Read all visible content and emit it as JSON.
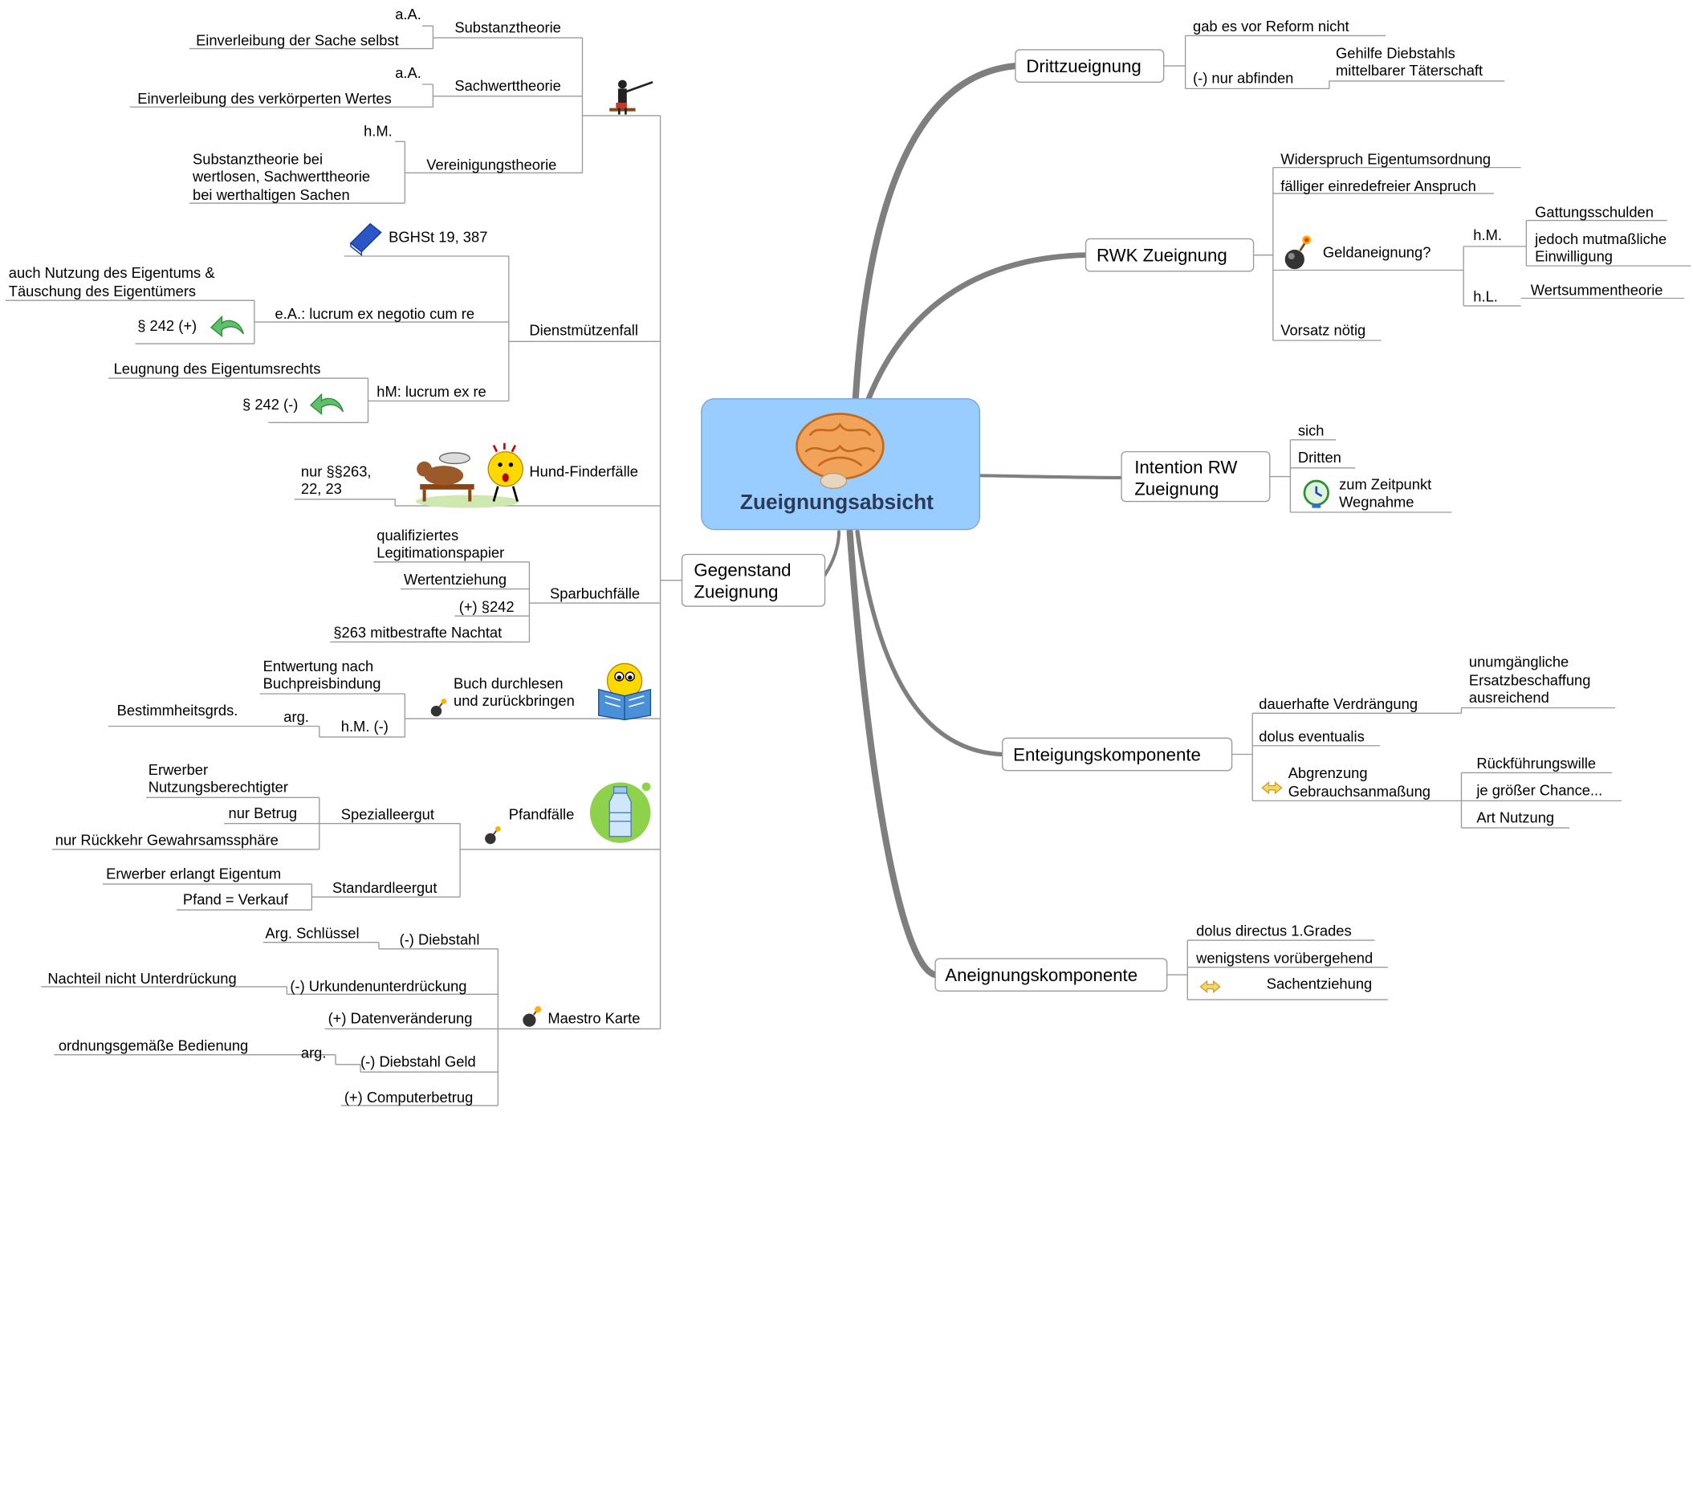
{
  "root": {
    "title": "Zueignungsabsicht",
    "icon": "brain-icon",
    "color": "#99ccff"
  },
  "left": {
    "gegenstand": {
      "label": [
        "Gegenstand",
        "Zueignung"
      ]
    },
    "theorien": {
      "icon": "teacher-with-pointer-icon",
      "substanz": {
        "label": "Substanztheorie",
        "note": "a.A.",
        "leaf": "Einverleibung der Sache selbst"
      },
      "sachwert": {
        "label": "Sachwerttheorie",
        "note": "a.A.",
        "leaf": "Einverleibung des verkörperten Wertes"
      },
      "vereinigung": {
        "label": "Vereinigungstheorie",
        "note": "h.M.",
        "leaf": [
          "Substanztheorie bei",
          "wertlosen, Sachwerttheorie",
          "bei werthaltigen Sachen"
        ]
      }
    },
    "dienst": {
      "label": "Dienstmützenfall",
      "book": {
        "label": "BGHSt 19, 387",
        "icon": "blue-book-icon"
      },
      "ea": {
        "label": "e.A.: lucrum ex negotio cum re",
        "note": [
          "auch Nutzung des Eigentums &",
          "Täuschung des Eigentümers"
        ],
        "result": "§ 242 (+)"
      },
      "hm": {
        "label": "hM: lucrum ex re",
        "note": "Leugnung des Eigentumsrechts",
        "result": "§ 242 (-)"
      },
      "arrow_icon": "green-back-arrow-icon"
    },
    "hund": {
      "label": "Hund-Finderfälle",
      "leaf": [
        "nur §§263,",
        "22, 23"
      ],
      "icon": "dog-and-surprised-smiley-icon"
    },
    "spar": {
      "label": "Sparbuchfälle",
      "items": [
        [
          "qualifiziertes",
          "Legitimationspapier"
        ],
        "Wertentziehung",
        "(+) §242",
        "§263 mitbestrafte Nachtat"
      ]
    },
    "buch": {
      "label": [
        "Buch durchlesen",
        "und zurückbringen"
      ],
      "icon": "smiley-reading-book-icon",
      "leaf1": [
        "Entwertung nach",
        "Buchpreisbindung"
      ],
      "hm": "h.M. (-)",
      "arg": "arg.",
      "arg_leaf": "Bestimmheitsgrds."
    },
    "pfand": {
      "label": "Pfandfälle",
      "icon": "bottle-icon",
      "spezial": {
        "label": "Spezialleergut",
        "items": [
          [
            "Erwerber",
            "Nutzungsberechtigter"
          ],
          "nur Betrug",
          "nur Rückkehr Gewahrsamssphäre"
        ]
      },
      "standard": {
        "label": "Standardleergut",
        "items": [
          "Erwerber erlangt Eigentum",
          "Pfand = Verkauf"
        ]
      }
    },
    "maestro": {
      "label": "Maestro Karte",
      "items": [
        {
          "label": "(-) Diebstahl",
          "note": "Arg. Schlüssel"
        },
        {
          "label": "(-) Urkundenunterdrückung",
          "note": "Nachteil nicht Unterdrückung"
        },
        {
          "label": "(+) Datenveränderung"
        },
        {
          "label": "(-) Diebstahl Geld",
          "note": "arg.",
          "leaf": "ordnungsgemäße Bedienung"
        },
        {
          "label": "(+) Computerbetrug"
        }
      ]
    },
    "bomb_icon": "bomb-icon"
  },
  "right": {
    "dritt": {
      "label": "Drittzueignung",
      "items": [
        "gab es vor Reform nicht",
        "(-) nur abfinden"
      ],
      "leaf": [
        "Gehilfe Diebstahls",
        "mittelbarer Täterschaft"
      ]
    },
    "rwk": {
      "label": "RWK Zueignung",
      "items": [
        "Widerspruch Eigentumsordnung",
        "fälliger einredefreier Anspruch",
        "Geldaneignung?",
        "Vorsatz nötig"
      ],
      "hm": "h.M.",
      "hm_items": [
        "Gattungsschulden",
        [
          "jedoch mutmaßliche",
          "Einwilligung"
        ]
      ],
      "hl": "h.L.",
      "hl_item": "Wertsummentheorie"
    },
    "intention": {
      "label": [
        "Intention RW",
        "Zueignung"
      ],
      "items": [
        "sich",
        "Dritten",
        [
          "zum Zeitpunkt",
          "Wegnahme"
        ]
      ],
      "clock_icon": "clock-icon"
    },
    "enteig": {
      "label": "Enteigungskomponente",
      "items": [
        "dauerhafte Verdrängung",
        "dolus eventualis",
        [
          "Abgrenzung",
          "Gebrauchsanmaßung"
        ]
      ],
      "verd_leaf": [
        "unumgängliche",
        "Ersatzbeschaffung",
        "ausreichend"
      ],
      "abgr_items": [
        "Rückführungswille",
        "je größer Chance...",
        "Art Nutzung"
      ],
      "arrow_icon": "double-arrow-icon"
    },
    "aneig": {
      "label": "Aneignungskomponente",
      "items": [
        "dolus directus 1.Grades",
        "wenigstens vorübergehend",
        "Sachentziehung"
      ]
    }
  }
}
